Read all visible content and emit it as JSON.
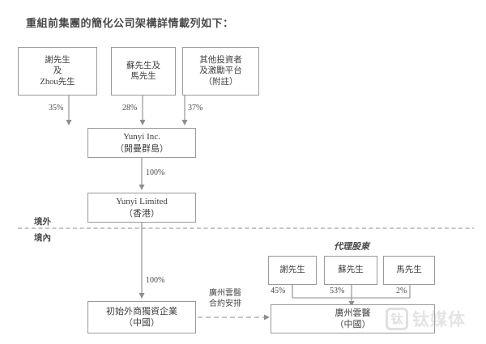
{
  "title": "重組前集團的簡化公司架構詳情載列如下：",
  "boxes": {
    "shareholder1": {
      "line1": "謝先生",
      "line2": "及",
      "line3": "Zhou先生"
    },
    "shareholder2": {
      "line1": "蘇先生及",
      "line2": "馬先生"
    },
    "shareholder3": {
      "line1": "其他投資者",
      "line2": "及激勵平台",
      "line3": "（附註）"
    },
    "yunyi_inc": {
      "line1": "Yunyi Inc.",
      "line2": "（開曼群島）"
    },
    "yunyi_limited": {
      "line1": "Yunyi Limited",
      "line2": "（香港）"
    },
    "wfoe": {
      "line1": "初始外商獨資企業",
      "line2": "（中國）"
    },
    "nominee1": {
      "line1": "謝先生"
    },
    "nominee2": {
      "line1": "蘇先生"
    },
    "nominee3": {
      "line1": "馬先生"
    },
    "opco": {
      "line1": "廣州雲醫",
      "line2": "（中國）"
    }
  },
  "edges": {
    "sh1_to_yunyi_inc": "35%",
    "sh2_to_yunyi_inc": "28%",
    "sh3_to_yunyi_inc": "37%",
    "yunyi_inc_to_limited": "100%",
    "limited_to_wfoe": "100%",
    "nominee1_to_opco": "45%",
    "nominee2_to_opco": "53%",
    "nominee3_to_opco": "2%",
    "contractual_line1": "廣州雲醫",
    "contractual_line2": "合約安排"
  },
  "annotations": {
    "offshore": "境外",
    "onshore": "境內",
    "nominee_group": "代理股東"
  },
  "watermark": {
    "mark": "钛",
    "text": "钛媒体"
  },
  "colors": {
    "box_border": "#9a9a9a",
    "line": "#8d8d8d",
    "text": "#3f3f3f",
    "background": "#ffffff"
  }
}
